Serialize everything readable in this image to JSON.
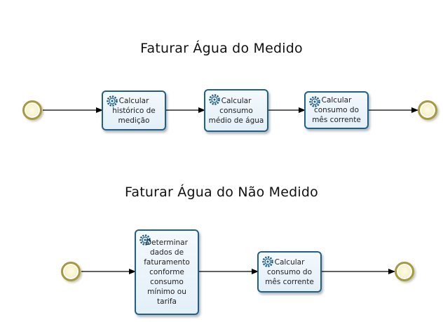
{
  "diagrams": [
    {
      "title": "Faturar Água do Medido",
      "tasks": [
        {
          "label": "Calcular\nhistórico de\nmedição",
          "icon": "gear-icon"
        },
        {
          "label": "Calcular\nconsumo\nmédio de água",
          "icon": "gear-icon"
        },
        {
          "label": "Calcular\nconsumo do\nmês corrente",
          "icon": "gear-icon"
        }
      ]
    },
    {
      "title": "Faturar Água do Não Medido",
      "tasks": [
        {
          "label": "Determinar\ndados de\nfaturamento\nconforme\nconsumo\nmínimo ou\ntarifa",
          "icon": "gear-icon"
        },
        {
          "label": "Calcular\nconsumo do\nmês corrente",
          "icon": "gear-icon"
        }
      ]
    }
  ],
  "colors": {
    "task_border": "#1e5f8c",
    "task_fill": "#e9f2f9",
    "event_border": "#a89a3c",
    "event_fill": "#f6f0c9",
    "flow": "#000000"
  }
}
